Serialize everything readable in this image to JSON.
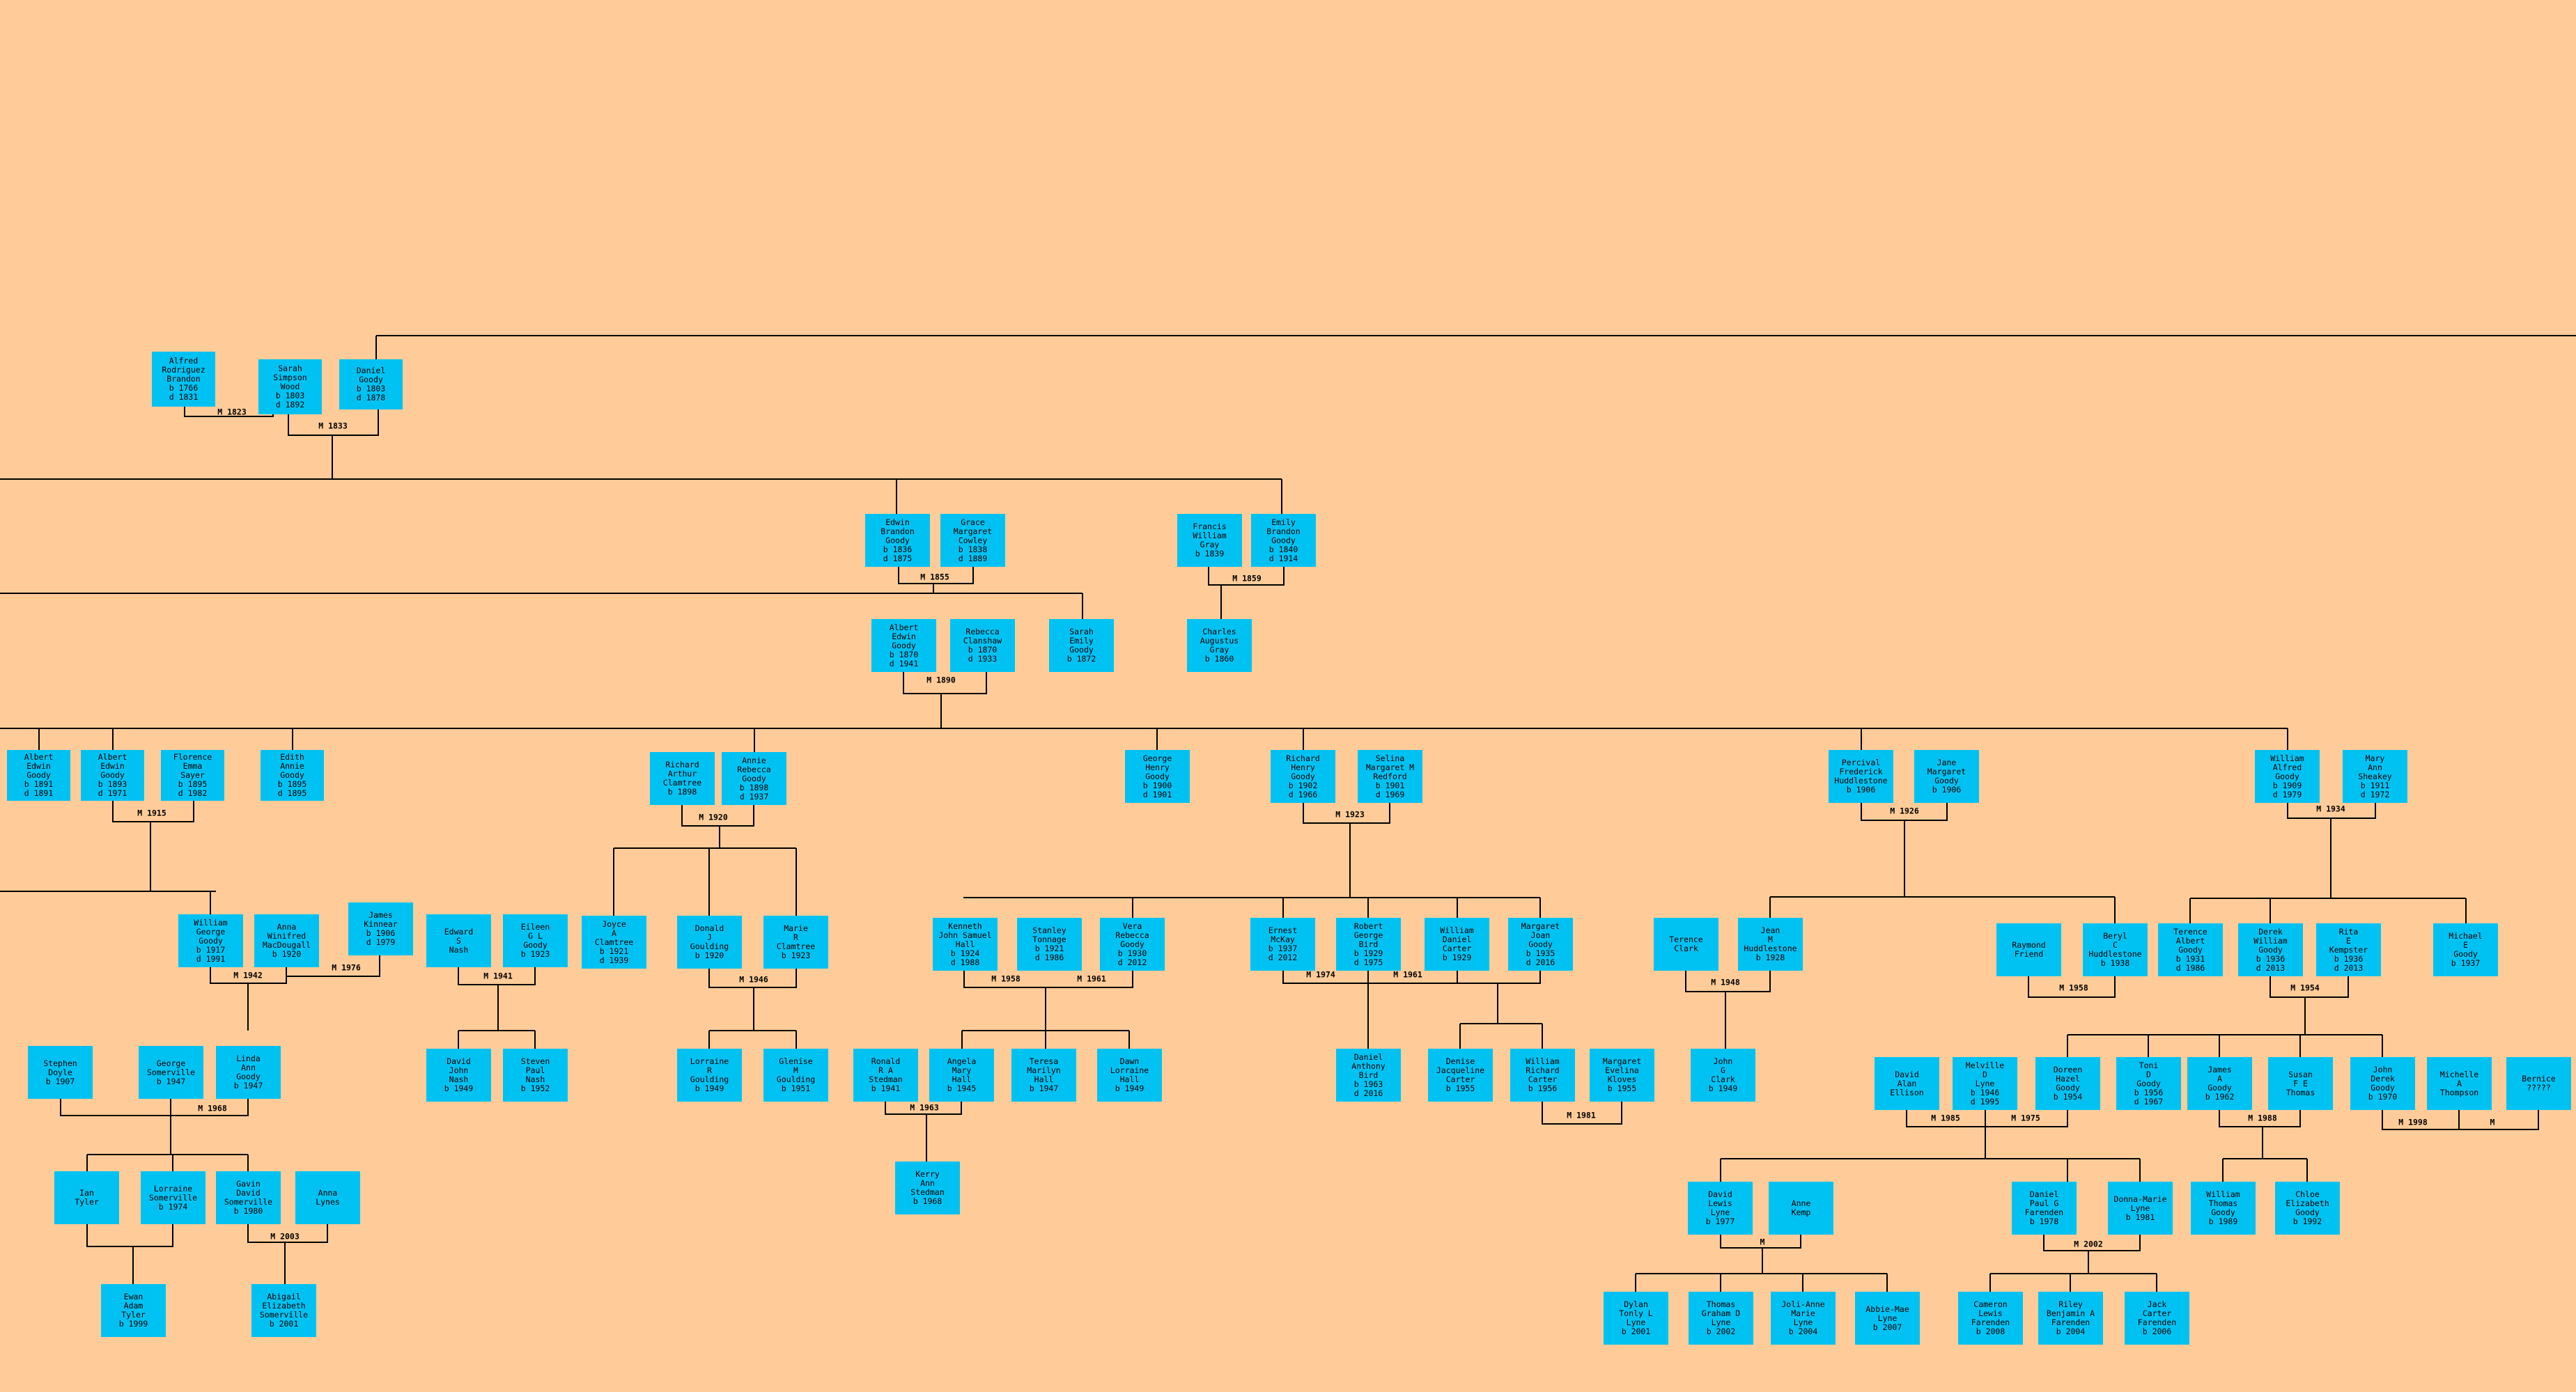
{
  "theme": {
    "background": "#FFCC99",
    "box_color": "#00C2F2",
    "line_color": "#000000"
  },
  "people": [
    {
      "id": "alfred_brandon",
      "lines": [
        "Alfred",
        "Rodriguez",
        "Brandon",
        "b 1766",
        "d 1831"
      ]
    },
    {
      "id": "sarah_wood",
      "lines": [
        "Sarah",
        "Simpson",
        "Wood",
        "b 1803",
        "d 1892"
      ]
    },
    {
      "id": "daniel_goody_1803",
      "lines": [
        "Daniel",
        "Goody",
        "b 1803",
        "d 1878"
      ]
    },
    {
      "id": "edwin_goody",
      "lines": [
        "Edwin",
        "Brandon",
        "Goody",
        "b 1836",
        "d 1875"
      ]
    },
    {
      "id": "grace_cowley",
      "lines": [
        "Grace",
        "Margaret",
        "Cowley",
        "b 1838",
        "d 1889"
      ]
    },
    {
      "id": "francis_gray",
      "lines": [
        "Francis",
        "William",
        "Gray",
        "b 1839"
      ]
    },
    {
      "id": "emily_goody",
      "lines": [
        "Emily",
        "Brandon",
        "Goody",
        "b 1840",
        "d 1914"
      ]
    },
    {
      "id": "albert_goody_1870",
      "lines": [
        "Albert",
        "Edwin",
        "Goody",
        "b 1870",
        "d 1941"
      ]
    },
    {
      "id": "rebecca_clanshaw",
      "lines": [
        "Rebecca",
        "Clanshaw",
        "b 1870",
        "d 1933"
      ]
    },
    {
      "id": "sarah_goody_1872",
      "lines": [
        "Sarah",
        "Emily",
        "Goody",
        "b 1872"
      ]
    },
    {
      "id": "charles_gray",
      "lines": [
        "Charles",
        "Augustus",
        "Gray",
        "b 1860"
      ]
    },
    {
      "id": "albert_goody_1891",
      "lines": [
        "Albert",
        "Edwin",
        "Goody",
        "b 1891",
        "d 1891"
      ]
    },
    {
      "id": "albert_goody_1893",
      "lines": [
        "Albert",
        "Edwin",
        "Goody",
        "b 1893",
        "d 1971"
      ]
    },
    {
      "id": "florence_sayer",
      "lines": [
        "Florence",
        "Emma",
        "Sayer",
        "b 1895",
        "d 1982"
      ]
    },
    {
      "id": "edith_goody",
      "lines": [
        "Edith",
        "Annie",
        "Goody",
        "b 1895",
        "d 1895"
      ]
    },
    {
      "id": "richard_clamtree",
      "lines": [
        "Richard",
        "Arthur",
        "Clamtree",
        "b 1898"
      ]
    },
    {
      "id": "annie_goody",
      "lines": [
        "Annie",
        "Rebecca",
        "Goody",
        "b 1898",
        "d 1937"
      ]
    },
    {
      "id": "george_goody_1900",
      "lines": [
        "George",
        "Henry",
        "Goody",
        "b 1900",
        "d 1901"
      ]
    },
    {
      "id": "richard_goody_1902",
      "lines": [
        "Richard",
        "Henry",
        "Goody",
        "b 1902",
        "d 1966"
      ]
    },
    {
      "id": "selina_redford",
      "lines": [
        "Selina",
        "Margaret M",
        "Redford",
        "b 1901",
        "d 1969"
      ]
    },
    {
      "id": "percival_huddlestone",
      "lines": [
        "Percival",
        "Frederick",
        "Huddlestone",
        "b 1906"
      ]
    },
    {
      "id": "jane_goody",
      "lines": [
        "Jane",
        "Margaret",
        "Goody",
        "b 1906"
      ]
    },
    {
      "id": "william_goody_1909",
      "lines": [
        "William",
        "Alfred",
        "Goody",
        "b 1909",
        "d 1979"
      ]
    },
    {
      "id": "mary_sheakey",
      "lines": [
        "Mary",
        "Ann",
        "Sheakey",
        "b 1911",
        "d 1972"
      ]
    },
    {
      "id": "william_goody_1917",
      "lines": [
        "William",
        "George",
        "Goody",
        "b 1917",
        "d 1991"
      ]
    },
    {
      "id": "anna_macdougall",
      "lines": [
        "Anna",
        "Winifred",
        "MacDougall",
        "b 1920"
      ]
    },
    {
      "id": "james_kinnear",
      "lines": [
        "James",
        "Kinnear",
        "b 1906",
        "d 1979"
      ]
    },
    {
      "id": "edward_nash",
      "lines": [
        "Edward",
        "S",
        "Nash"
      ]
    },
    {
      "id": "eileen_goody",
      "lines": [
        "Eileen",
        "G L",
        "Goody",
        "b 1923"
      ]
    },
    {
      "id": "joyce_clamtree",
      "lines": [
        "Joyce",
        "A",
        "Clamtree",
        "b 1921",
        "d 1939"
      ]
    },
    {
      "id": "donald_goulding",
      "lines": [
        "Donald",
        "J",
        "Goulding",
        "b 1920"
      ]
    },
    {
      "id": "marie_clamtree",
      "lines": [
        "Marie",
        "R",
        "Clamtree",
        "b 1923"
      ]
    },
    {
      "id": "kenneth_hall",
      "lines": [
        "Kenneth",
        "John Samuel",
        "Hall",
        "b 1924",
        "d 1988"
      ]
    },
    {
      "id": "stanley_tonnage",
      "lines": [
        "Stanley",
        "Tonnage",
        "b 1921",
        "d 1986"
      ]
    },
    {
      "id": "vera_goody",
      "lines": [
        "Vera",
        "Rebecca",
        "Goody",
        "b 1930",
        "d 2012"
      ]
    },
    {
      "id": "ernest_mckay",
      "lines": [
        "Ernest",
        "McKay",
        "b 1937",
        "d 2012"
      ]
    },
    {
      "id": "robert_bird",
      "lines": [
        "Robert",
        "George",
        "Bird",
        "b 1929",
        "d 1975"
      ]
    },
    {
      "id": "william_carter_1929",
      "lines": [
        "William",
        "Daniel",
        "Carter",
        "b 1929"
      ]
    },
    {
      "id": "margaret_goody",
      "lines": [
        "Margaret",
        "Joan",
        "Goody",
        "b 1935",
        "d 2016"
      ]
    },
    {
      "id": "terence_clark",
      "lines": [
        "Terence",
        "Clark"
      ]
    },
    {
      "id": "jean_huddlestone",
      "lines": [
        "Jean",
        "M",
        "Huddlestone",
        "b 1928"
      ]
    },
    {
      "id": "raymond_friend",
      "lines": [
        "Raymond",
        "Friend"
      ]
    },
    {
      "id": "beryl_huddlestone",
      "lines": [
        "Beryl",
        "C",
        "Huddlestone",
        "b 1938"
      ]
    },
    {
      "id": "terence_goody",
      "lines": [
        "Terence",
        "Albert",
        "Goody",
        "b 1931",
        "d 1986"
      ]
    },
    {
      "id": "derek_goody_1936",
      "lines": [
        "Derek",
        "William",
        "Goody",
        "b 1936",
        "d 2013"
      ]
    },
    {
      "id": "rita_kempster",
      "lines": [
        "Rita",
        "E",
        "Kempster",
        "b 1936",
        "d 2013"
      ]
    },
    {
      "id": "michael_goody",
      "lines": [
        "Michael",
        "E",
        "Goody",
        "b 1937"
      ]
    },
    {
      "id": "stephen_doyle",
      "lines": [
        "Stephen",
        "Doyle",
        "b 1907"
      ]
    },
    {
      "id": "george_somerville",
      "lines": [
        "George",
        "Somerville",
        "b 1947"
      ]
    },
    {
      "id": "linda_goody",
      "lines": [
        "Linda",
        "Ann",
        "Goody",
        "b 1947"
      ]
    },
    {
      "id": "david_nash",
      "lines": [
        "David",
        "John",
        "Nash",
        "b 1949"
      ]
    },
    {
      "id": "steven_nash",
      "lines": [
        "Steven",
        "Paul",
        "Nash",
        "b 1952"
      ]
    },
    {
      "id": "lorraine_goulding",
      "lines": [
        "Lorraine",
        "R",
        "Goulding",
        "b 1949"
      ]
    },
    {
      "id": "glenise_goulding",
      "lines": [
        "Glenise",
        "M",
        "Goulding",
        "b 1951"
      ]
    },
    {
      "id": "ronald_stedman",
      "lines": [
        "Ronald",
        "R A",
        "Stedman",
        "b 1941"
      ]
    },
    {
      "id": "angela_hall",
      "lines": [
        "Angela",
        "Mary",
        "Hall",
        "b 1945"
      ]
    },
    {
      "id": "teresa_hall",
      "lines": [
        "Teresa",
        "Marilyn",
        "Hall",
        "b 1947"
      ]
    },
    {
      "id": "dawn_hall",
      "lines": [
        "Dawn",
        "Lorraine",
        "Hall",
        "b 1949"
      ]
    },
    {
      "id": "daniel_bird",
      "lines": [
        "Daniel",
        "Anthony",
        "Bird",
        "b 1963",
        "d 2016"
      ]
    },
    {
      "id": "denise_carter",
      "lines": [
        "Denise",
        "Jacqueline",
        "Carter",
        "b 1955"
      ]
    },
    {
      "id": "william_carter_1956",
      "lines": [
        "William",
        "Richard",
        "Carter",
        "b 1956"
      ]
    },
    {
      "id": "margaret_kloves",
      "lines": [
        "Margaret",
        "Evelina",
        "Kloves",
        "b 1955"
      ]
    },
    {
      "id": "john_clark",
      "lines": [
        "John",
        "G",
        "Clark",
        "b 1949"
      ]
    },
    {
      "id": "david_ellison",
      "lines": [
        "David",
        "Alan",
        "Ellison"
      ]
    },
    {
      "id": "melville_lyne",
      "lines": [
        "Melville",
        "D",
        "Lyne",
        "b 1946",
        "d 1995"
      ]
    },
    {
      "id": "doreen_goody",
      "lines": [
        "Doreen",
        "Hazel",
        "Goody",
        "b 1954"
      ]
    },
    {
      "id": "toni_goody",
      "lines": [
        "Toni",
        "D",
        "Goody",
        "b 1956",
        "d 1967"
      ]
    },
    {
      "id": "james_goody",
      "lines": [
        "James",
        "A",
        "Goody",
        "b 1962"
      ]
    },
    {
      "id": "susan_thomas",
      "lines": [
        "Susan",
        "F E",
        "Thomas"
      ]
    },
    {
      "id": "john_goody_1970",
      "lines": [
        "John",
        "Derek",
        "Goody",
        "b 1970"
      ]
    },
    {
      "id": "michelle_thompson",
      "lines": [
        "Michelle",
        "A",
        "Thompson"
      ]
    },
    {
      "id": "bernice",
      "lines": [
        "Bernice",
        "?????"
      ]
    },
    {
      "id": "ian_tyler",
      "lines": [
        "Ian",
        "Tyler"
      ]
    },
    {
      "id": "lorraine_somerville",
      "lines": [
        "Lorraine",
        "Somerville",
        "b 1974"
      ]
    },
    {
      "id": "gavin_somerville",
      "lines": [
        "Gavin",
        "David",
        "Somerville",
        "b 1980"
      ]
    },
    {
      "id": "anna_lynes",
      "lines": [
        "Anna",
        "Lynes"
      ]
    },
    {
      "id": "kerry_stedman",
      "lines": [
        "Kerry",
        "Ann",
        "Stedman",
        "b 1968"
      ]
    },
    {
      "id": "david_lyne",
      "lines": [
        "David",
        "Lewis",
        "Lyne",
        "b 1977"
      ]
    },
    {
      "id": "anne_kemp",
      "lines": [
        "Anne",
        "Kemp"
      ]
    },
    {
      "id": "daniel_farenden",
      "lines": [
        "Daniel",
        "Paul G",
        "Farenden",
        "b 1978"
      ]
    },
    {
      "id": "donna_lyne",
      "lines": [
        "Donna-Marie",
        "Lyne",
        "b 1981"
      ]
    },
    {
      "id": "william_goody_1989",
      "lines": [
        "William",
        "Thomas",
        "Goody",
        "b 1989"
      ]
    },
    {
      "id": "chloe_goody",
      "lines": [
        "Chloe",
        "Elizabeth",
        "Goody",
        "b 1992"
      ]
    },
    {
      "id": "ewan_tyler",
      "lines": [
        "Ewan",
        "Adam",
        "Tyler",
        "b 1999"
      ]
    },
    {
      "id": "abigail_somerville",
      "lines": [
        "Abigail",
        "Elizabeth",
        "Somerville",
        "b 2001"
      ]
    },
    {
      "id": "dylan_lyne",
      "lines": [
        "Dylan",
        "Tonly L",
        "Lyne",
        "b 2001"
      ]
    },
    {
      "id": "thomas_lyne",
      "lines": [
        "Thomas",
        "Graham D",
        "Lyne",
        "b 2002"
      ]
    },
    {
      "id": "joli_lyne",
      "lines": [
        "Joli-Anne",
        "Marie",
        "Lyne",
        "b 2004"
      ]
    },
    {
      "id": "abbie_lyne",
      "lines": [
        "Abbie-Mae",
        "Lyne",
        "b 2007"
      ]
    },
    {
      "id": "cameron_farenden",
      "lines": [
        "Cameron",
        "Lewis",
        "Farenden",
        "b 2008"
      ]
    },
    {
      "id": "riley_farenden",
      "lines": [
        "Riley",
        "Benjamin A",
        "Farenden",
        "b 2004"
      ]
    },
    {
      "id": "jack_farenden",
      "lines": [
        "Jack",
        "Carter",
        "Farenden",
        "b 2006"
      ]
    }
  ],
  "marriages": [
    {
      "id": "m_brandon_wood",
      "label": "M 1823"
    },
    {
      "id": "m_wood_goody",
      "label": "M 1833"
    },
    {
      "id": "m_edwin_grace",
      "label": "M 1855"
    },
    {
      "id": "m_gray_emily",
      "label": "M 1859"
    },
    {
      "id": "m_albert_rebecca",
      "label": "M 1890"
    },
    {
      "id": "m_albert_florence",
      "label": "M 1915"
    },
    {
      "id": "m_richard_annie",
      "label": "M 1920"
    },
    {
      "id": "m_richard_selina",
      "label": "M 1923"
    },
    {
      "id": "m_percival_jane",
      "label": "M 1926"
    },
    {
      "id": "m_william_mary",
      "label": "M 1934"
    },
    {
      "id": "m_william_anna",
      "label": "M 1942"
    },
    {
      "id": "m_anna_james",
      "label": "M 1976"
    },
    {
      "id": "m_edward_eileen",
      "label": "M 1941"
    },
    {
      "id": "m_donald_marie",
      "label": "M 1946"
    },
    {
      "id": "m_kenneth_vera",
      "label": "M 1958"
    },
    {
      "id": "m_stanley_vera",
      "label": "M 1961"
    },
    {
      "id": "m_ernest_margaret",
      "label": "M 1974"
    },
    {
      "id": "m_robert_margaret",
      "label": "M 1961"
    },
    {
      "id": "m_terence_jean",
      "label": "M 1948"
    },
    {
      "id": "m_raymond_beryl",
      "label": "M 1958"
    },
    {
      "id": "m_derek_rita",
      "label": "M 1954"
    },
    {
      "id": "m_george_linda",
      "label": "M 1968"
    },
    {
      "id": "m_ronald_angela",
      "label": "M 1963"
    },
    {
      "id": "m_william_margaret",
      "label": "M 1981"
    },
    {
      "id": "m_david_doreen",
      "label": "M 1985"
    },
    {
      "id": "m_melville_doreen",
      "label": "M 1975"
    },
    {
      "id": "m_james_susan",
      "label": "M 1988"
    },
    {
      "id": "m_john_michelle",
      "label": "M 1998"
    },
    {
      "id": "m_john_bernice",
      "label": "M"
    },
    {
      "id": "m_gavin_anna",
      "label": "M 2003"
    },
    {
      "id": "m_david_anne",
      "label": "M"
    },
    {
      "id": "m_daniel_donna",
      "label": "M 2002"
    }
  ]
}
